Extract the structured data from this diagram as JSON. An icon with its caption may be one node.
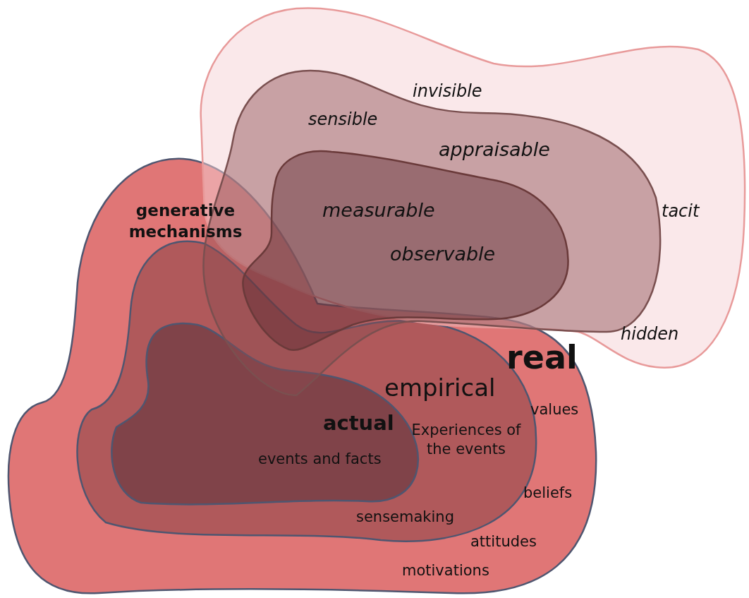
{
  "diagram": {
    "nodes": [
      {
        "text": [
          "real",
          "generative mechanisms",
          "values",
          "beliefs",
          "attitudes",
          "motivations"
        ]
      },
      {
        "text": [
          "empirical",
          "Experiences of the events",
          "sensemaking"
        ],
        "in": 0
      },
      {
        "text": [
          "actual",
          "events and facts"
        ],
        "in": 1
      },
      {
        "text": [
          "invisible",
          "tacit",
          "hidden"
        ]
      },
      {
        "text": [
          "sensible",
          "appraisable"
        ],
        "in": 3
      },
      {
        "text": [
          "measurable",
          "observable"
        ],
        "in": 4
      }
    ]
  }
}
